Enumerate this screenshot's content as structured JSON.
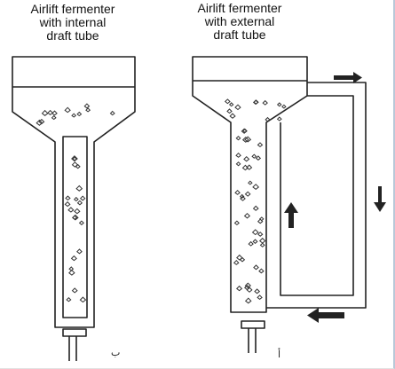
{
  "left_fermenter": {
    "title_lines": [
      "Airlift fermenter",
      "with internal",
      "draft tube"
    ],
    "mark": "ب"
  },
  "right_fermenter": {
    "title_lines": [
      "Airlift fermenter",
      "with external",
      "draft tube"
    ],
    "mark": "أ"
  },
  "colors": {
    "stroke": "#222222",
    "background": "#ffffff"
  },
  "icons": [
    "flow-arrow-right-icon",
    "flow-arrow-down-icon",
    "flow-arrow-up-icon",
    "flow-arrow-left-icon"
  ]
}
